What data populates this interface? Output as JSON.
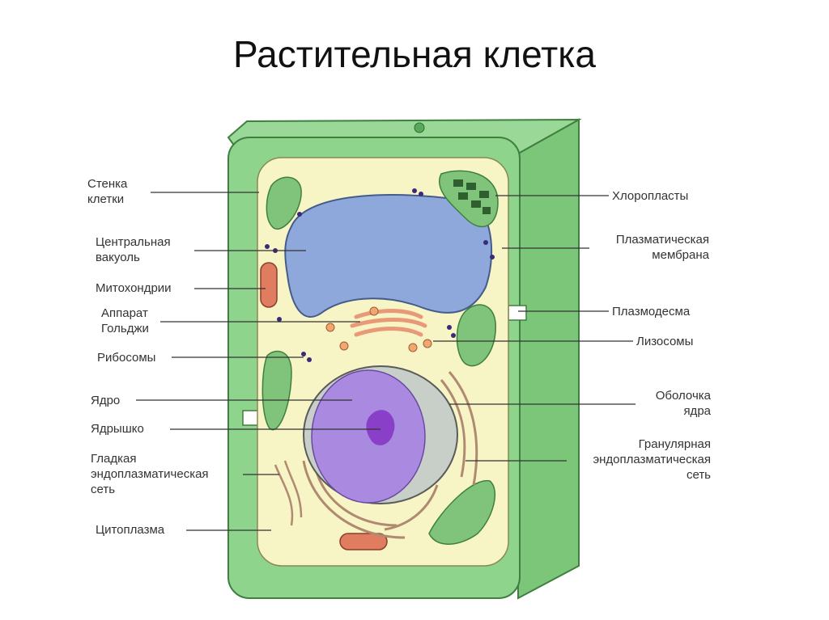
{
  "title": "Растительная клетка",
  "colors": {
    "cell_wall": "#8ed48c",
    "cell_wall_dark": "#5aa85a",
    "cytoplasm": "#f7f4c6",
    "vacuole": "#8fa8dc",
    "nucleus": "#a98ae0",
    "nucleolus": "#8a3fc8",
    "chloroplast": "#7fc47a",
    "organelle": "#e89a78"
  },
  "labels_left": [
    {
      "id": "stenka",
      "text": "Стенка\nклетки"
    },
    {
      "id": "vakuol",
      "text": "Центральная\nвакуоль"
    },
    {
      "id": "mito",
      "text": "Митохондрии"
    },
    {
      "id": "golgi",
      "text": "Аппарат\nГольджи"
    },
    {
      "id": "ribo",
      "text": "Рибосомы"
    },
    {
      "id": "yadro",
      "text": "Ядро"
    },
    {
      "id": "yadryshko",
      "text": "Ядрышко"
    },
    {
      "id": "geps",
      "text": "Гладкая\nэндоплазматическая\nсеть"
    },
    {
      "id": "cito",
      "text": "Цитоплазма"
    }
  ],
  "labels_right": [
    {
      "id": "chloro",
      "text": "Хлоропласты"
    },
    {
      "id": "membrana",
      "text": "Плазматическая\nмембрана"
    },
    {
      "id": "plasmodesma",
      "text": "Плазмодесма"
    },
    {
      "id": "lizosomy",
      "text": "Лизосомы"
    },
    {
      "id": "obolochka",
      "text": "Оболочка\nядра"
    },
    {
      "id": "greps",
      "text": "Гранулярная\nэндоплазматическая\nсеть"
    }
  ]
}
